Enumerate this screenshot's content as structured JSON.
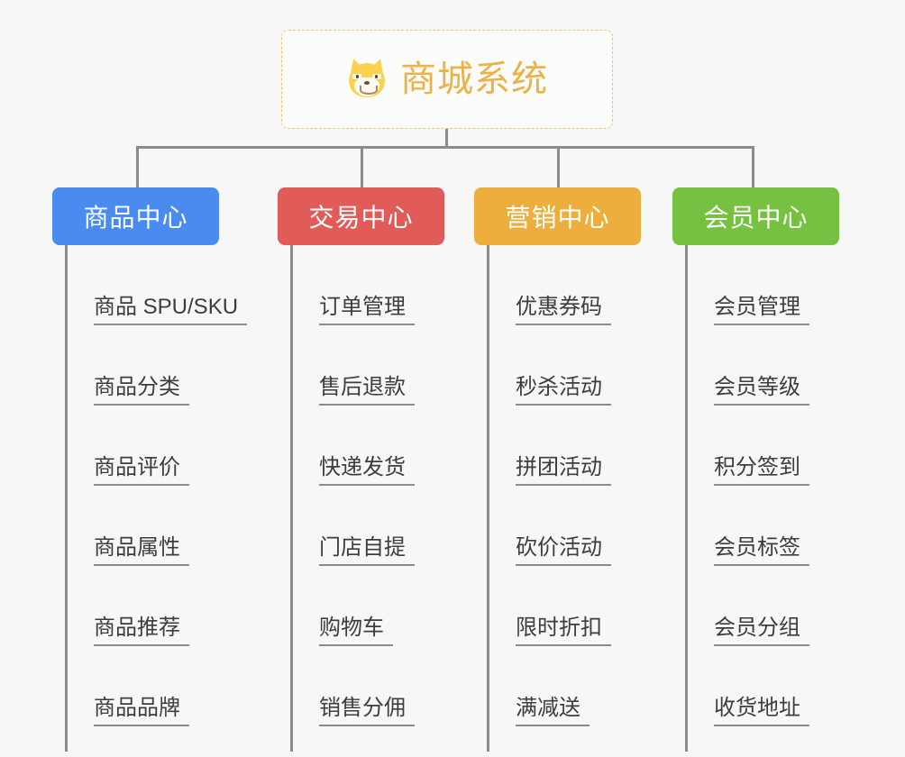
{
  "root": {
    "title": "商城系统",
    "icon": "shiba-dog-icon",
    "border_color": "#f0c36a",
    "text_color": "#edb14a",
    "background": "#fcfcfa"
  },
  "canvas": {
    "background": "#f7f7f7",
    "connector_color": "#8c8c8c"
  },
  "branches": [
    {
      "id": "product-center",
      "label": "商品中心",
      "color": "#4a8bf0",
      "items": [
        "商品 SPU/SKU",
        "商品分类",
        "商品评价",
        "商品属性",
        "商品推荐",
        "商品品牌"
      ]
    },
    {
      "id": "trade-center",
      "label": "交易中心",
      "color": "#e15b58",
      "items": [
        "订单管理",
        "售后退款",
        "快递发货",
        "门店自提",
        "购物车",
        "销售分佣"
      ]
    },
    {
      "id": "marketing-center",
      "label": "营销中心",
      "color": "#edae3e",
      "items": [
        "优惠券码",
        "秒杀活动",
        "拼团活动",
        "砍价活动",
        "限时折扣",
        "满减送"
      ]
    },
    {
      "id": "member-center",
      "label": "会员中心",
      "color": "#76c142",
      "items": [
        "会员管理",
        "会员等级",
        "积分签到",
        "会员标签",
        "会员分组",
        "收货地址"
      ]
    }
  ]
}
